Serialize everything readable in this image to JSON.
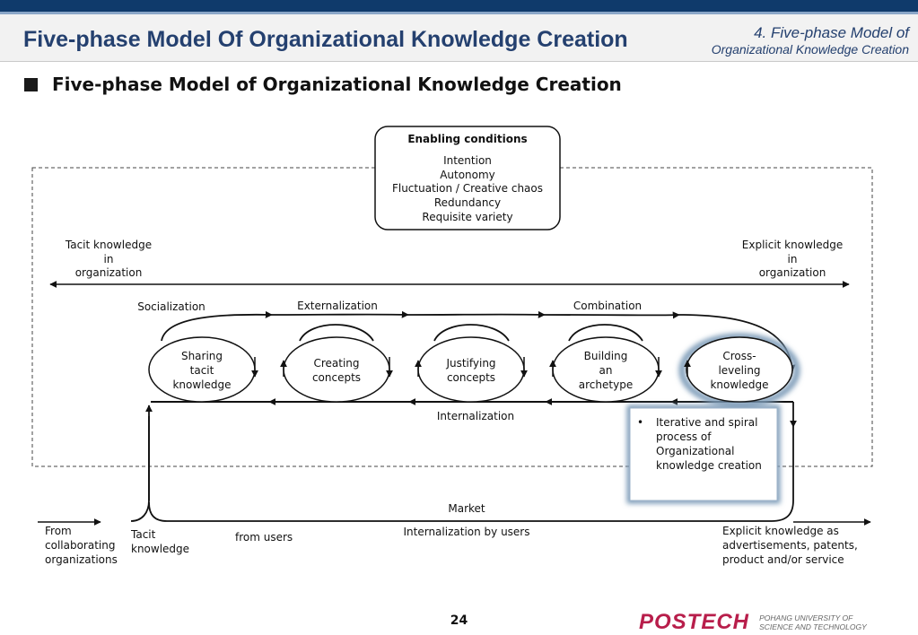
{
  "slide": {
    "title": "Five-phase Model Of Organizational Knowledge Creation",
    "section_line1": "4. Five-phase Model of",
    "section_line2": "Organizational Knowledge Creation",
    "subtitle": "Five-phase Model of Organizational Knowledge Creation",
    "page_number": "24"
  },
  "enabling": {
    "heading": "Enabling conditions",
    "items": [
      "Intention",
      "Autonomy",
      "Fluctuation / Creative chaos",
      "Redundancy",
      "Requisite variety"
    ]
  },
  "axis": {
    "left": [
      "Tacit knowledge",
      "in",
      "organization"
    ],
    "right": [
      "Explicit knowledge",
      "in",
      "organization"
    ]
  },
  "phases": [
    [
      "Sharing",
      "tacit",
      "knowledge"
    ],
    [
      "Creating",
      "concepts"
    ],
    [
      "Justifying",
      "concepts"
    ],
    [
      "Building",
      "an",
      "archetype"
    ],
    [
      "Cross-",
      "leveling",
      "knowledge"
    ]
  ],
  "processes": {
    "socialization": "Socialization",
    "externalization": "Externalization",
    "combination": "Combination",
    "internalization": "Internalization"
  },
  "note": {
    "bullet": "•",
    "lines": [
      "Iterative and spiral",
      "process of",
      "Organizational",
      "knowledge creation"
    ]
  },
  "market": {
    "label": "Market",
    "from_orgs": [
      "From",
      "collaborating",
      "organizations"
    ],
    "tacit": [
      "Tacit",
      "knowledge"
    ],
    "from_users": "from users",
    "internalization_users": "Internalization by users",
    "explicit_out": [
      "Explicit knowledge as",
      "advertisements, patents,",
      "product and/or service"
    ]
  },
  "logo": {
    "word": "POSTECH",
    "sub1": "POHANG UNIVERSITY OF",
    "sub2": "SCIENCE AND TECHNOLOGY"
  },
  "colors": {
    "header_bar": "#0f3a6b",
    "title_text": "#24406f",
    "logo": "#b81e4b",
    "note_glow": "#7d9bb8"
  }
}
